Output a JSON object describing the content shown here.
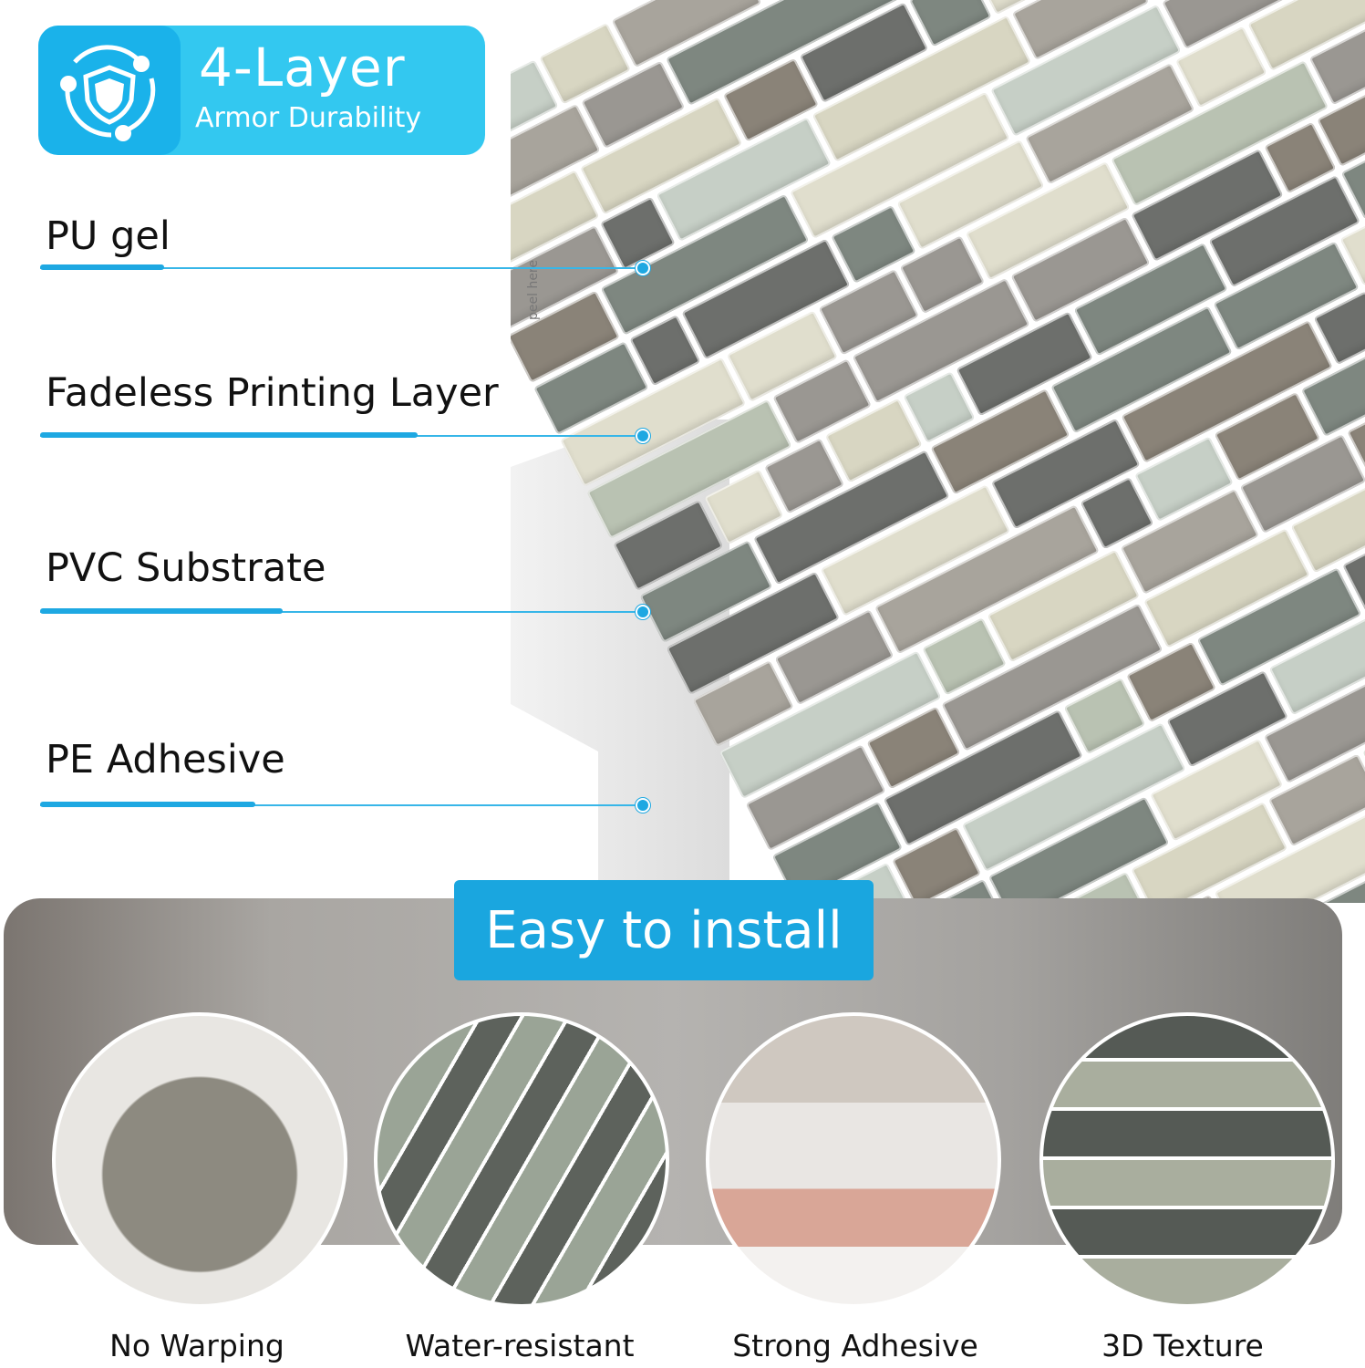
{
  "badge": {
    "title": "4-Layer",
    "subtitle": "Armor Durability",
    "icon": "shield-orbit-icon"
  },
  "layers": [
    {
      "label": "PU gel"
    },
    {
      "label": "Fadeless Printing Layer"
    },
    {
      "label": "PVC Substrate"
    },
    {
      "label": "PE Adhesive"
    }
  ],
  "peel_text": "peel here",
  "install_label": "Easy to install",
  "features": [
    {
      "label": "No Warping"
    },
    {
      "label": "Water-resistant"
    },
    {
      "label": "Strong Adhesive"
    },
    {
      "label": "3D Texture"
    }
  ],
  "colors": {
    "accent": "#1aa6df",
    "badge": "#33c8f0",
    "badge_icon_bg": "#1ab2ea"
  }
}
